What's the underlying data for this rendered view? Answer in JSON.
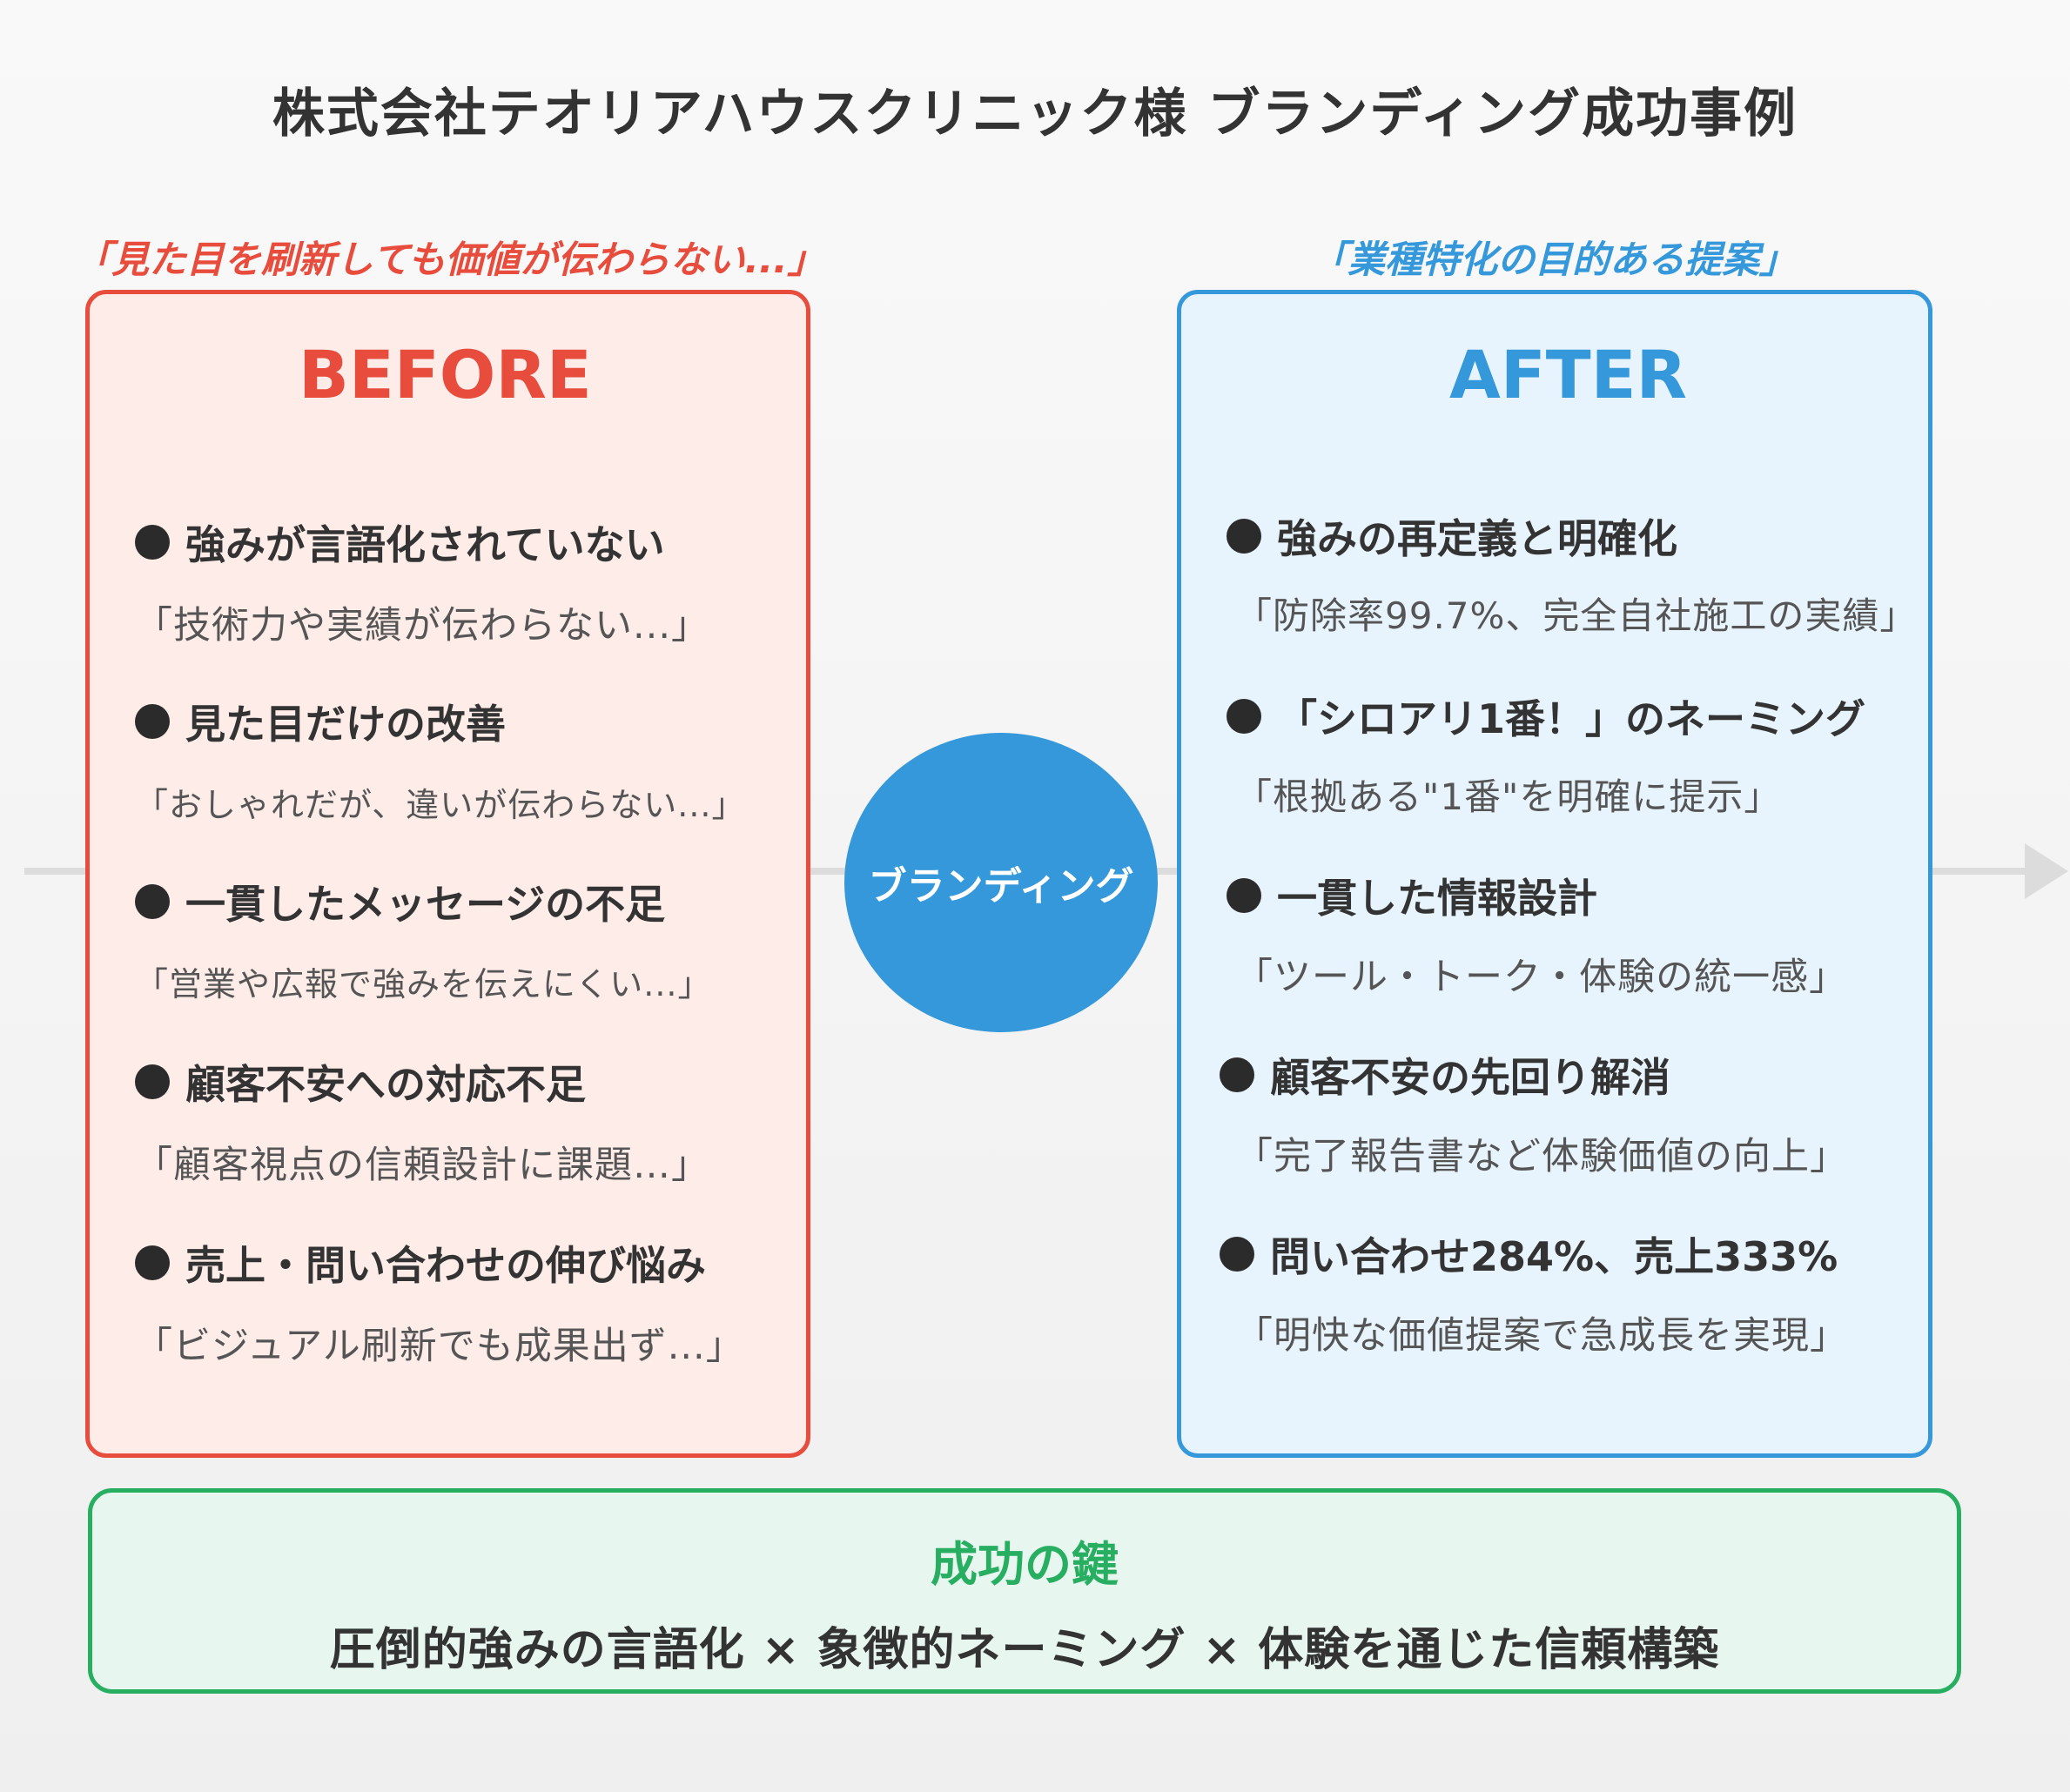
{
  "title": "株式会社テオリアハウスクリニック様 ブランディング成功事例",
  "colors": {
    "before_accent": "#e74c3c",
    "after_accent": "#3498db",
    "key_accent": "#27ae60",
    "before_bg": "#fdece8",
    "after_bg": "#e8f4fd",
    "key_bg": "#e8f6f0"
  },
  "before": {
    "quote": "「見た目を刷新しても価値が伝わらない...」",
    "heading": "BEFORE",
    "items": [
      {
        "point": "強みが言語化されていない",
        "detail": "「技術力や実績が伝わらない...」"
      },
      {
        "point": "見た目だけの改善",
        "detail": "「おしゃれだが、違いが伝わらない...」"
      },
      {
        "point": "一貫したメッセージの不足",
        "detail": "「営業や広報で強みを伝えにくい...」"
      },
      {
        "point": "顧客不安への対応不足",
        "detail": "「顧客視点の信頼設計に課題…」"
      },
      {
        "point": "売上・問い合わせの伸び悩み",
        "detail": "「ビジュアル刷新でも成果出ず...」"
      }
    ]
  },
  "after": {
    "quote": "「業種特化の目的ある提案」",
    "heading": "AFTER",
    "items": [
      {
        "point": "強みの再定義と明確化",
        "detail": "「防除率99.7%、完全自社施工の実績」"
      },
      {
        "point": "「シロアリ1番！」のネーミング",
        "detail": "「根拠ある\"1番\"を明確に提示」"
      },
      {
        "point": "一貫した情報設計",
        "detail": "「ツール・トーク・体験の統一感」"
      },
      {
        "point": "顧客不安の先回り解消",
        "detail": "「完了報告書など体験価値の向上」"
      },
      {
        "point": "問い合わせ284%、売上333%",
        "detail": "「明快な価値提案で急成長を実現」"
      }
    ]
  },
  "center": {
    "label": "ブランディング"
  },
  "key": {
    "title": "成功の鍵",
    "text": "圧倒的強みの言語化 × 象徴的ネーミング × 体験を通じた信頼構築"
  }
}
